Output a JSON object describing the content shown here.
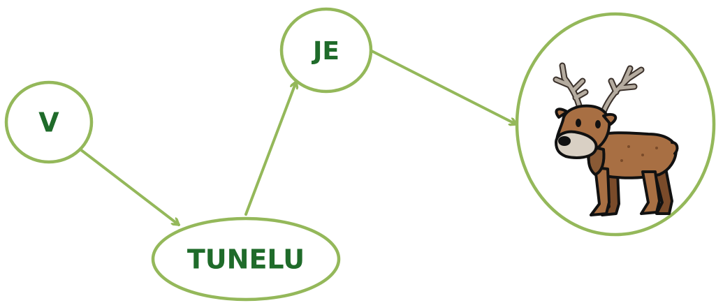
{
  "nodes": [
    {
      "id": "v",
      "label": "V"
    },
    {
      "id": "tunelu",
      "label": "TUNELU"
    },
    {
      "id": "je",
      "label": "JE"
    },
    {
      "id": "reindeer",
      "image": "reindeer-illustration"
    }
  ],
  "edges": [
    {
      "from": "v",
      "to": "tunelu"
    },
    {
      "from": "tunelu",
      "to": "je"
    },
    {
      "from": "je",
      "to": "reindeer"
    }
  ],
  "colors": {
    "outline": "#94b85a",
    "arrow": "#94b85a",
    "text": "#1f6b2a",
    "reindeer_body": "#a86f43",
    "reindeer_dark": "#7a4b2a",
    "antler": "#b5aca0",
    "muzzle": "#d9d0c4"
  }
}
